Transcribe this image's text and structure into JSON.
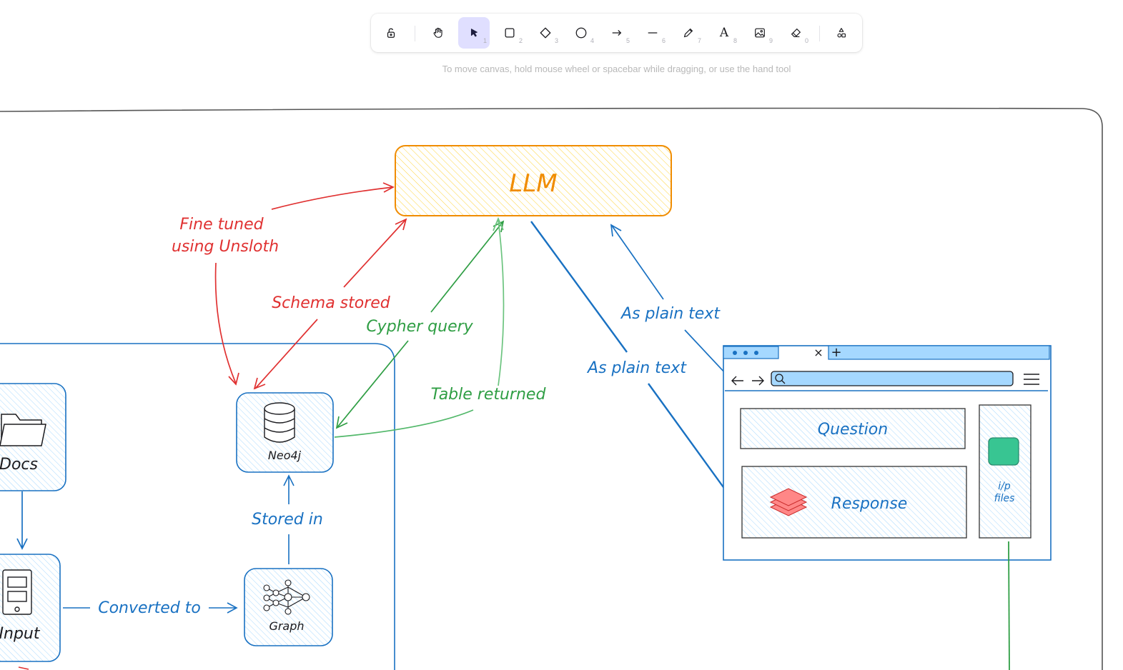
{
  "toolbar": {
    "tools": [
      {
        "name": "lock",
        "key": ""
      },
      {
        "name": "hand",
        "key": ""
      },
      {
        "name": "selection",
        "key": "1"
      },
      {
        "name": "rectangle",
        "key": "2"
      },
      {
        "name": "diamond",
        "key": "3"
      },
      {
        "name": "ellipse",
        "key": "4"
      },
      {
        "name": "arrow",
        "key": "5"
      },
      {
        "name": "line",
        "key": "6"
      },
      {
        "name": "draw",
        "key": "7"
      },
      {
        "name": "text",
        "key": "8"
      },
      {
        "name": "image",
        "key": "9"
      },
      {
        "name": "eraser",
        "key": "0"
      },
      {
        "name": "extra-tools",
        "key": ""
      }
    ],
    "active_tool": "selection",
    "text_tool_glyph": "A"
  },
  "hint": "To move canvas, hold mouse wheel or spacebar while dragging, or use the hand tool",
  "diagram": {
    "llm": "LLM",
    "fine_tuned_line1": "Fine tuned",
    "fine_tuned_line2": "using Unsloth",
    "schema_stored": "Schema stored",
    "cypher_query": "Cypher query",
    "table_returned": "Table returned",
    "as_plain_text_upper": "As plain text",
    "as_plain_text_lower": "As plain text",
    "docs": "Docs",
    "neo4j": "Neo4j",
    "stored_in": "Stored in",
    "input": "Input",
    "converted_to": "Converted to",
    "graph": "Graph",
    "question": "Question",
    "response": "Response",
    "ip_files_line1": "i/p",
    "ip_files_line2": "files",
    "browser_close": "×",
    "browser_new_tab": "+"
  },
  "colors": {
    "orange": "#f08c00",
    "red": "#e03131",
    "green": "#2f9e44",
    "blue": "#1971c2",
    "teal": "#38c592",
    "coral": "#ff8787",
    "active_tool_bg": "#e0dfff"
  }
}
